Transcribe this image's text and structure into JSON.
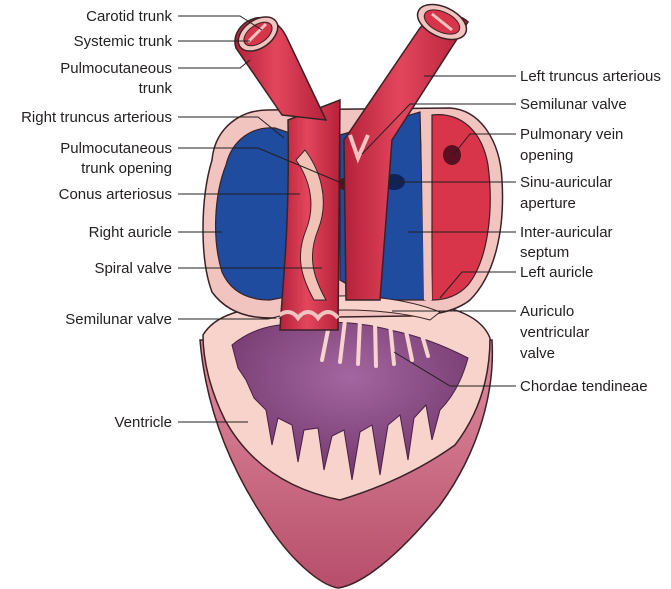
{
  "labels": {
    "carotid_trunk": "Carotid trunk",
    "systemic_trunk": "Systemic trunk",
    "pulmocutaneous_trunk_1": "Pulmocutaneous",
    "pulmocutaneous_trunk_2": "trunk",
    "right_truncus_arteriosus": "Right truncus arterious",
    "pulmocutaneous_opening_1": "Pulmocutaneous",
    "pulmocutaneous_opening_2": "trunk opening",
    "conus_arteriosus": "Conus arteriosus",
    "right_auricle": "Right auricle",
    "spiral_valve": "Spiral valve",
    "semilunar_valve_left": "Semilunar valve",
    "ventricle": "Ventricle",
    "left_truncus_arteriosus": "Left truncus arterious",
    "semilunar_valve_right": "Semilunar valve",
    "pulmonary_vein_1": "Pulmonary vein",
    "pulmonary_vein_2": "opening",
    "sinu_auricular_1": "Sinu-auricular",
    "sinu_auricular_2": "aperture",
    "inter_auricular_1": "Inter-auricular",
    "inter_auricular_2": "septum",
    "left_auricle": "Left auricle",
    "auriculo_1": "Auriculo",
    "auriculo_2": "ventricular",
    "auriculo_3": "valve",
    "chordae_tendineae": "Chordae tendineae"
  },
  "colors": {
    "outline": "#3b2226",
    "pink_wall": "#f2c4c0",
    "auricle_blue": "#1f4c9e",
    "blood_red": "#d8354a",
    "muscle_purple": "#8a4a86",
    "ventricle_skin": "#f7d3cc",
    "base_rim": "#c6607a"
  }
}
